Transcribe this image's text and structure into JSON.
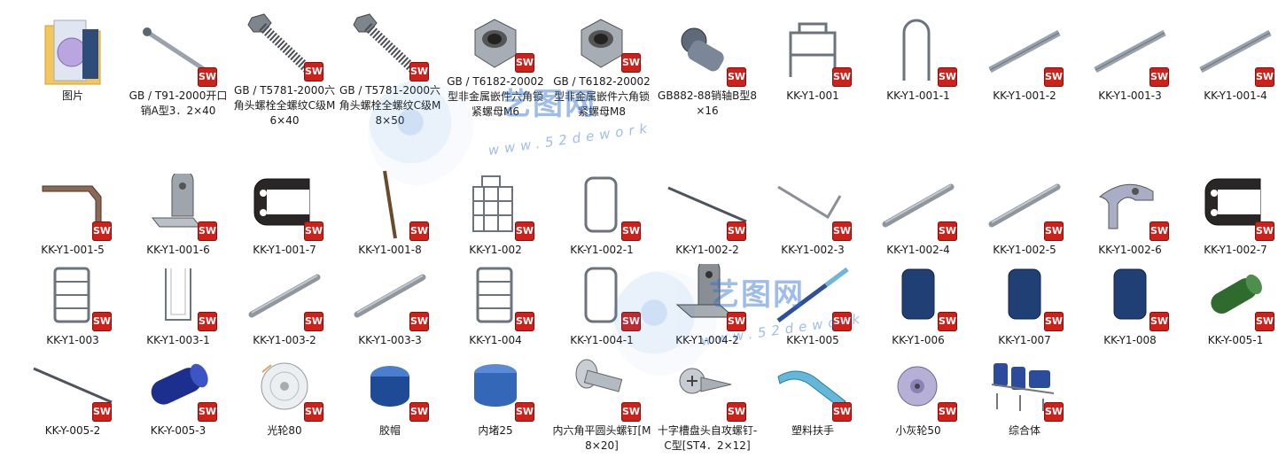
{
  "watermark": {
    "brand": "艺图网",
    "url": "www.52dework"
  },
  "badge": "SW",
  "items": [
    {
      "label": "图片",
      "icon": "folder-icon"
    },
    {
      "label": "GB / T91-2000开口销A型3．2×40",
      "icon": "pin-icon"
    },
    {
      "label": "GB / T5781-2000六角头螺栓全螺纹C级M6×40",
      "icon": "bolt-icon"
    },
    {
      "label": "GB / T5781-2000六角头螺栓全螺纹C级M8×50",
      "icon": "bolt-icon"
    },
    {
      "label": "GB / T6182-20002型非金属嵌件六角锁紧螺母M6",
      "icon": "nut-icon"
    },
    {
      "label": "GB / T6182-20002型非金属嵌件六角锁紧螺母M8",
      "icon": "nut-icon"
    },
    {
      "label": "GB882-88销轴B型8×16",
      "icon": "axle-pin-icon"
    },
    {
      "label": "KK-Y1-001",
      "icon": "frame-icon"
    },
    {
      "label": "KK-Y1-001-1",
      "icon": "u-rod-icon"
    },
    {
      "label": "KK-Y1-001-2",
      "icon": "square-bar-icon"
    },
    {
      "label": "KK-Y1-001-3",
      "icon": "square-bar-icon"
    },
    {
      "label": "KK-Y1-001-4",
      "icon": "square-bar-icon"
    },
    {
      "label": "KK-Y1-001-5",
      "icon": "bent-plate-icon"
    },
    {
      "label": "KK-Y1-001-6",
      "icon": "bracket-icon"
    },
    {
      "label": "KK-Y1-001-7",
      "icon": "clevis-icon"
    },
    {
      "label": "KK-Y1-001-8",
      "icon": "strip-icon"
    },
    {
      "label": "KK-Y1-002",
      "icon": "cage-icon"
    },
    {
      "label": "KK-Y1-002-1",
      "icon": "loop-frame-icon"
    },
    {
      "label": "KK-Y1-002-2",
      "icon": "long-rod-icon"
    },
    {
      "label": "KK-Y1-002-3",
      "icon": "l-rod-icon"
    },
    {
      "label": "KK-Y1-002-4",
      "icon": "tube-icon"
    },
    {
      "label": "KK-Y1-002-5",
      "icon": "tube-icon"
    },
    {
      "label": "KK-Y1-002-6",
      "icon": "clamp-icon"
    },
    {
      "label": "KK-Y1-002-7",
      "icon": "clevis-icon"
    },
    {
      "label": "KK-Y1-003",
      "icon": "grid-frame-icon"
    },
    {
      "label": "KK-Y1-003-1",
      "icon": "u-frame-icon"
    },
    {
      "label": "KK-Y1-003-2",
      "icon": "tube-icon"
    },
    {
      "label": "KK-Y1-003-3",
      "icon": "tube-icon"
    },
    {
      "label": "KK-Y1-004",
      "icon": "grid-frame-icon"
    },
    {
      "label": "KK-Y1-004-1",
      "icon": "loop-frame-icon"
    },
    {
      "label": "KK-Y1-004-2",
      "icon": "angle-bracket-icon"
    },
    {
      "label": "KK-Y1-005",
      "icon": "blue-rod-icon"
    },
    {
      "label": "KK-Y1-006",
      "icon": "cushion-icon"
    },
    {
      "label": "KK-Y1-007",
      "icon": "cushion-icon"
    },
    {
      "label": "KK-Y1-008",
      "icon": "cushion-icon"
    },
    {
      "label": "KK-Y-005-1",
      "icon": "green-cylinder-icon"
    },
    {
      "label": "KK-Y-005-2",
      "icon": "long-rod-icon"
    },
    {
      "label": "KK-Y-005-3",
      "icon": "blue-cylinder-icon"
    },
    {
      "label": "光轮80",
      "icon": "wheel-icon"
    },
    {
      "label": "胶帽",
      "icon": "cap-icon"
    },
    {
      "label": "内堵25",
      "icon": "plug-icon"
    },
    {
      "label": "内六角平圆头螺钉[M8×20]",
      "icon": "screw-icon"
    },
    {
      "label": "十字槽盘头自攻螺钉-C型[ST4．2×12]",
      "icon": "self-tap-screw-icon"
    },
    {
      "label": "塑料扶手",
      "icon": "armrest-icon"
    },
    {
      "label": "小灰轮50",
      "icon": "small-wheel-icon"
    },
    {
      "label": "综合体",
      "icon": "chair-assembly-icon"
    }
  ]
}
